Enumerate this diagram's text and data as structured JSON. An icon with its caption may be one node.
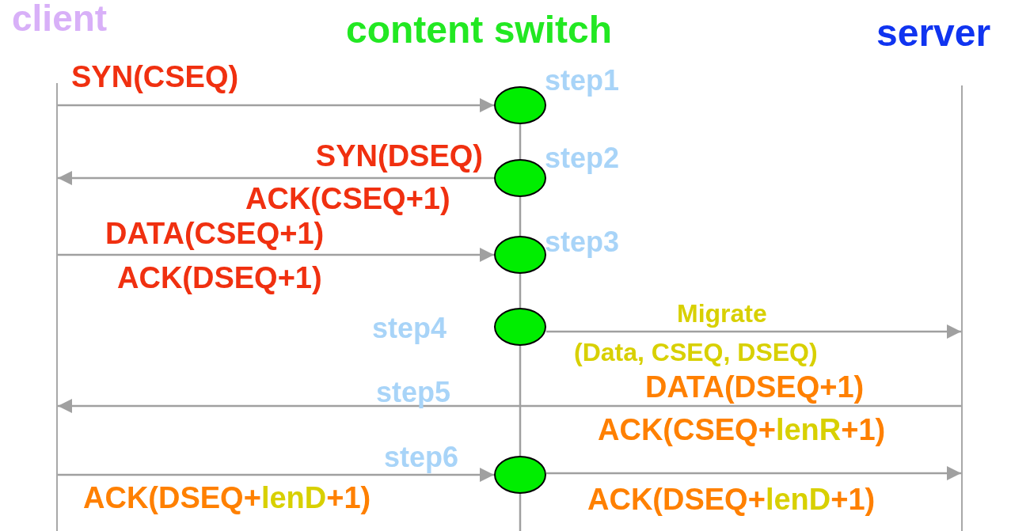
{
  "diagram": {
    "nodes": [
      {
        "text": [],
        "shape": "bar",
        "beside": [
          "client"
        ]
      },
      {
        "text": [],
        "shape": "bar",
        "beside": [
          "server"
        ]
      },
      {
        "text": [],
        "shape": "circle",
        "beside": [
          "step1"
        ]
      },
      {
        "text": [],
        "shape": "circle",
        "beside": [
          "step2"
        ]
      },
      {
        "text": [],
        "shape": "circle",
        "beside": [
          "step3"
        ]
      },
      {
        "text": [],
        "shape": "circle",
        "beside": [
          "step4"
        ]
      },
      {
        "text": [],
        "shape": "circle",
        "beside": [
          "step6"
        ]
      }
    ],
    "edges": [
      {
        "from": 0,
        "to": 2,
        "arrow": "to",
        "label": "SYN(CSEQ)"
      },
      {
        "from": 3,
        "to": 0,
        "arrow": "to",
        "label": "SYN(DSEQ)"
      },
      {
        "from": 0,
        "to": 4,
        "arrow": "to",
        "label": "DATA(CSEQ+1)"
      },
      {
        "from": 5,
        "to": 1,
        "arrow": "to",
        "label": "Migrate"
      },
      {
        "from": 1,
        "to": 0,
        "arrow": "to",
        "label": "DATA(DSEQ+1)"
      },
      {
        "from": 0,
        "to": 6,
        "arrow": "to",
        "label": "ACK(DSEQ+**lenD**+1)"
      },
      {
        "from": 6,
        "to": 1,
        "arrow": "to",
        "label": "ACK(DSEQ+**lenD**+1)"
      },
      {
        "from": 2,
        "to": 3,
        "arrow": "none"
      },
      {
        "from": 3,
        "to": 4,
        "arrow": "none"
      },
      {
        "from": 4,
        "to": 5,
        "arrow": "none"
      },
      {
        "from": 5,
        "to": 6,
        "arrow": "none"
      },
      {
        "from": 6,
        "to": null,
        "arrow": "none"
      }
    ],
    "labels": [
      "content switch",
      "ACK(CSEQ+1)",
      "ACK(DSEQ+1)",
      "(Data, CSEQ, DSEQ)",
      "step5",
      "ACK(CSEQ+**lenR**+1)"
    ]
  }
}
